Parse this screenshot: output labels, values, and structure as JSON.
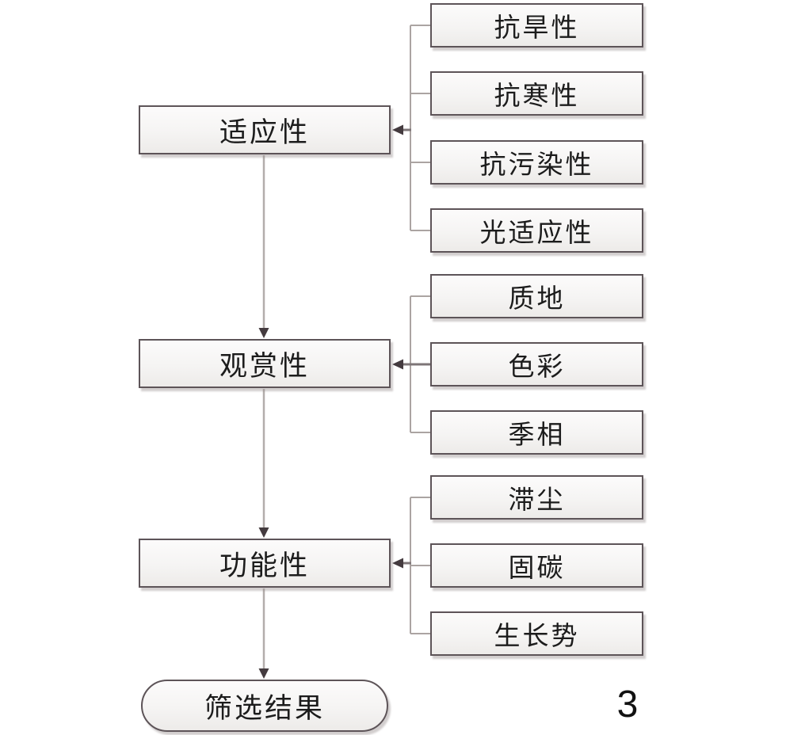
{
  "figure_number": "3",
  "flowchart": {
    "main": [
      {
        "label": "适应性"
      },
      {
        "label": "观赏性"
      },
      {
        "label": "功能性"
      }
    ],
    "sub": [
      {
        "label": "抗旱性"
      },
      {
        "label": "抗寒性"
      },
      {
        "label": "抗污染性"
      },
      {
        "label": "光适应性"
      },
      {
        "label": "质地"
      },
      {
        "label": "色彩"
      },
      {
        "label": "季相"
      },
      {
        "label": "滞尘"
      },
      {
        "label": "固碳"
      },
      {
        "label": "生长势"
      }
    ],
    "terminal": {
      "label": "筛选结果"
    }
  },
  "colors": {
    "box_border": "#5d5458",
    "box_fill_top": "#fcfbfb",
    "box_fill_bottom": "#edebe9",
    "connector_line": "#aba4a2",
    "arrow_line": "#7d7577",
    "arrowhead": "#443b3f",
    "text": "#1c1c1c",
    "background": "#ffffff"
  }
}
